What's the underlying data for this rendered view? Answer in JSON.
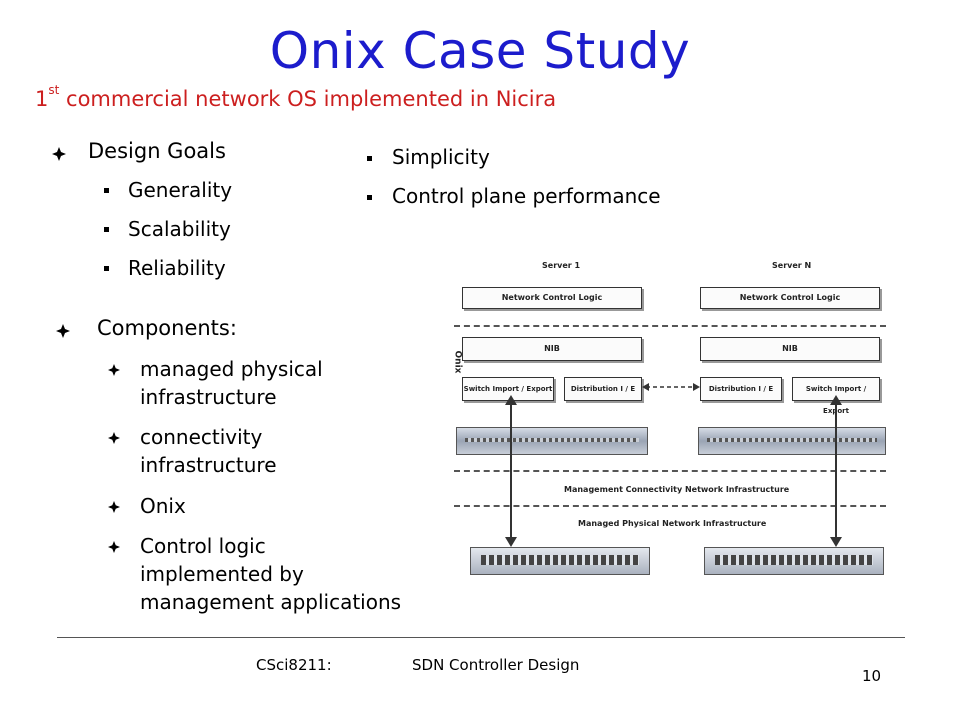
{
  "slide": {
    "title": "Onix Case Study",
    "subtitle_sup": "st",
    "subtitle_prefix": "1",
    "subtitle_rest": " commercial network OS implemented in Nicira",
    "design_goals": {
      "heading": "Design Goals",
      "items_left": [
        "Generality",
        "Scalability",
        "Reliability"
      ],
      "items_right": [
        "Simplicity",
        "Control plane performance"
      ]
    },
    "components": {
      "heading": "Components:",
      "items": [
        {
          "line1": "managed physical",
          "line2": "infrastructure"
        },
        {
          "line1": "connectivity",
          "line2": "infrastructure"
        },
        {
          "line1": "Onix",
          "line2": ""
        },
        {
          "line1": "Control logic",
          "line2": "implemented by",
          "line3": "management applications"
        }
      ]
    },
    "diagram": {
      "server1": "Server 1",
      "serverN": "Server N",
      "ncl": "Network Control Logic",
      "nib": "NIB",
      "switch_ie": "Switch Import / Export",
      "dist_ie": "Distribution I / E",
      "onix_label": "Onix",
      "mgmt_conn": "Management Connectivity Network Infrastructure",
      "managed_phys": "Managed Physical Network Infrastructure"
    },
    "footer": {
      "course": "CSci8211:",
      "topic": "SDN Controller Design",
      "page": "10"
    }
  },
  "colors": {
    "title": "#1c1ccc",
    "subtitle": "#cc1f1f",
    "text": "#000000"
  }
}
